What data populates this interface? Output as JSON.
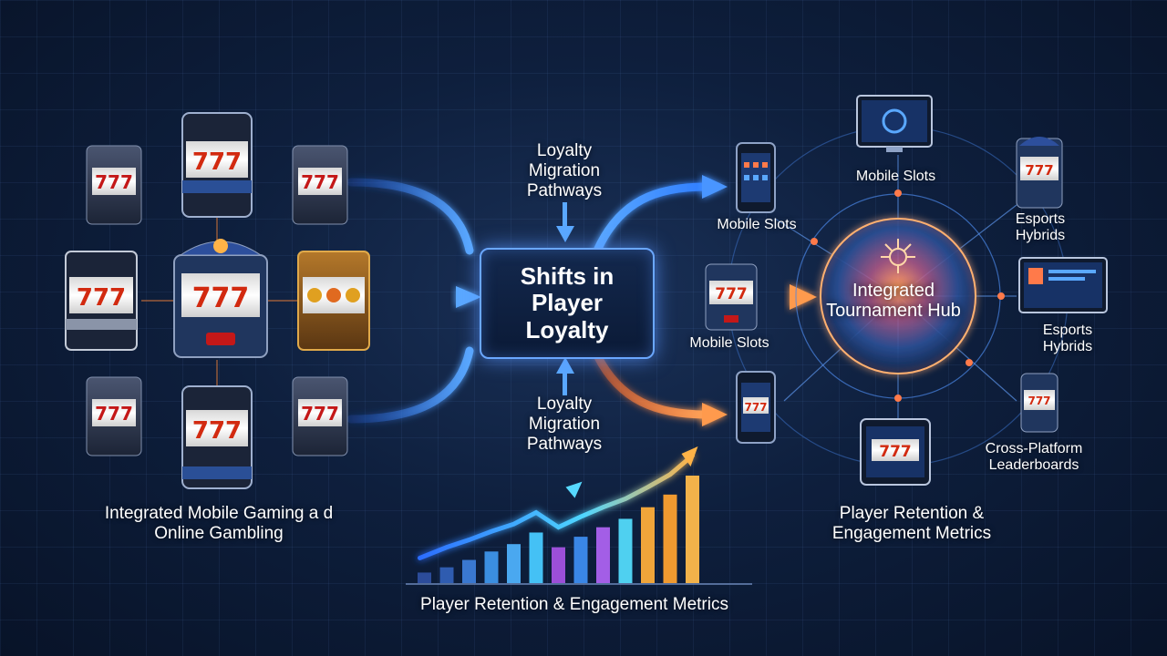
{
  "center": {
    "title": "Shifts in Player Loyalty"
  },
  "pathway_labels": {
    "top": "Loyalty Migration Pathways",
    "bottom": "Loyalty Migration Pathways"
  },
  "left_section": {
    "caption": "Integrated Mobile Gaming a d Online Gambling",
    "symbol": "777"
  },
  "destinations": {
    "mobile_slots_top": "Mobile Slots",
    "mobile_slots_mid": "Mobile Slots",
    "mobile_slots_monitor": "Mobile Slots",
    "esports_top": "Esports Hybrids",
    "esports_mid": "Esports Hybrids",
    "cross_platform": "Cross-Platform Leaderboards",
    "hub": "Integrated Tournament Hub"
  },
  "right_caption": "Player Retention & Engagement Metrics",
  "metrics": {
    "caption": "Player Retention & Engagement Metrics"
  },
  "chart_data": {
    "type": "bar",
    "title": "",
    "values": [
      1,
      1.5,
      2.2,
      3,
      3.7,
      4.8,
      3.4,
      4.4,
      5.3,
      6.1,
      7.2,
      8.4,
      10.2
    ],
    "colors": [
      "#2c4c9a",
      "#2f5cb0",
      "#3a78d0",
      "#3b8ee0",
      "#4aa8f0",
      "#44c1f5",
      "#9b4fd8",
      "#3a86e6",
      "#a35ee6",
      "#4fd0f0",
      "#f0a53a",
      "#f09a30",
      "#f2b24a"
    ],
    "trend": "rising"
  },
  "colors": {
    "blue_flow": "#3d8bff",
    "orange_flow": "#ff8a3d",
    "accent": "#6aa7ff"
  }
}
